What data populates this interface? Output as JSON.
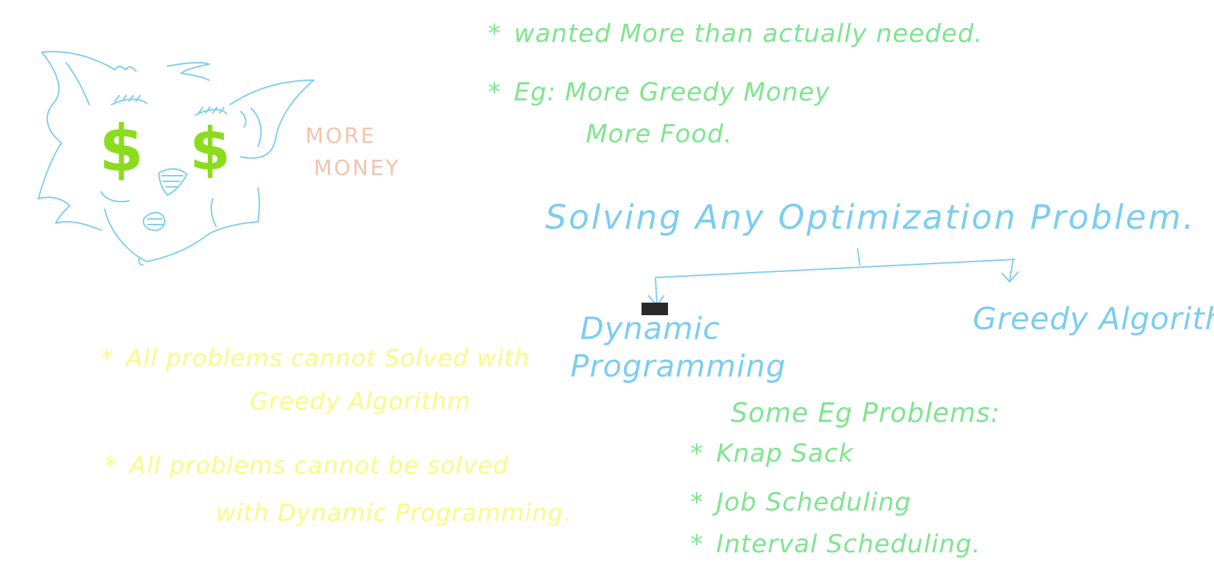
{
  "greedy_meaning": {
    "line1": "wanted More than actually needed.",
    "line2": "Eg: More Greedy Money",
    "line3": "More Food."
  },
  "drawing": {
    "caption_line1": "MORE",
    "caption_line2": "MONEY",
    "eye_symbol": "$"
  },
  "optimization": {
    "title": "Solving Any Optimization Problem.",
    "left_branch_line1": "Dynamic",
    "left_branch_line2": "Programming",
    "right_branch": "Greedy Algorithm."
  },
  "notes": {
    "note1_line1": "All problems cannot Solved with",
    "note1_line2": "Greedy Algorithm",
    "note2_line1": "All problems cannot be solved",
    "note2_line2": "with Dynamic Programming."
  },
  "examples": {
    "heading": "Some Eg Problems:",
    "items": [
      "Knap Sack",
      "Job Scheduling",
      "Interval Scheduling."
    ]
  },
  "marks": {
    "bullet": "*"
  },
  "colors": {
    "green_ink": "#7fe58f",
    "blue_ink": "#7ccdf0",
    "yellow_ink": "#fafa84",
    "peach_ink": "#f2c3ad",
    "dollar_green": "#8cdc1e"
  }
}
